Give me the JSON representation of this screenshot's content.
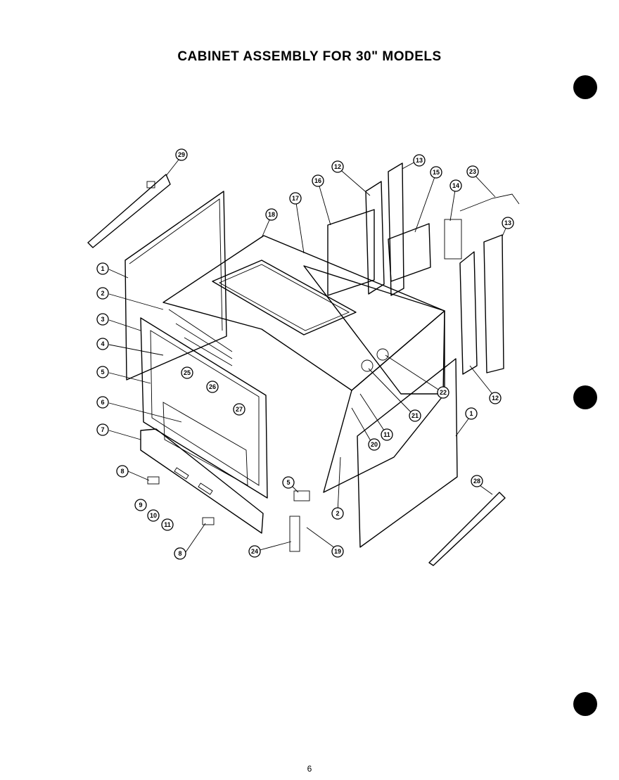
{
  "title": "CABINET ASSEMBLY FOR 30\" MODELS",
  "page_number": "6",
  "callouts": [
    "1",
    "2",
    "3",
    "4",
    "5",
    "6",
    "7",
    "8",
    "9",
    "10",
    "11",
    "12",
    "13",
    "14",
    "15",
    "16",
    "17",
    "18",
    "19",
    "20",
    "21",
    "22",
    "23",
    "24",
    "25",
    "26",
    "27",
    "28",
    "29"
  ]
}
